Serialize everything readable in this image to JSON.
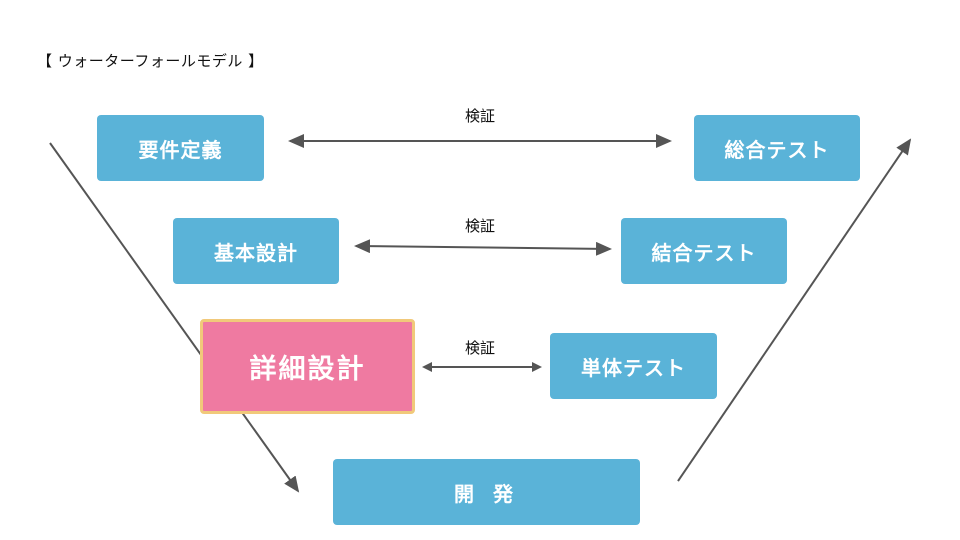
{
  "title": "【 ウォーターフォールモデル 】",
  "boxes": {
    "requirements": "要件定義",
    "system_test": "総合テスト",
    "basic_design": "基本設計",
    "integration_test": "結合テスト",
    "detailed_design": "詳細設計",
    "unit_test": "単体テスト",
    "development": "開 発"
  },
  "verify_label": "検証",
  "colors": {
    "box": "#5ab3d8",
    "highlight": "#ef7aa1",
    "highlight_border": "#f1c97a",
    "line": "#555555"
  }
}
